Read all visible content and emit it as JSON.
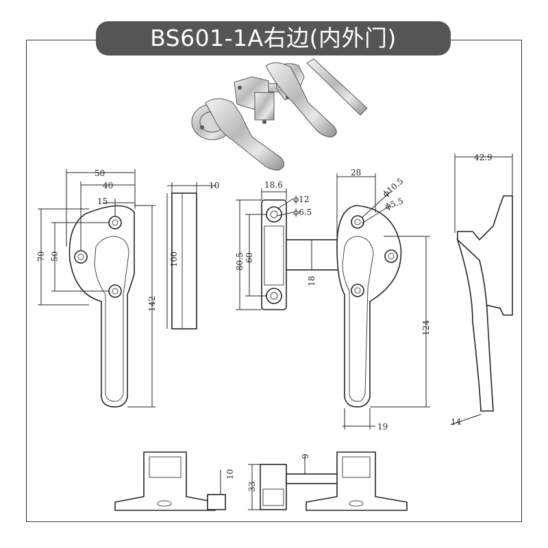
{
  "title": "BS601-1A右边(内外门)",
  "dimensions": {
    "handle_width_50": "50",
    "handle_width_40": "40",
    "handle_15": "15",
    "handle_70": "70",
    "handle_50v": "50",
    "handle_142": "142",
    "side_10": "10",
    "side_100": "100",
    "keeper_18_6": "18.6",
    "keeper_phi12": "ϕ12",
    "keeper_phi6_5": "ϕ6.5",
    "keeper_80_5": "80.5",
    "keeper_60": "60",
    "bar_18": "18",
    "handle2_28": "28",
    "handle2_phi10_5": "ϕ10.5",
    "handle2_phi5_5": "ϕ5.5",
    "handle2_124": "124",
    "handle2_19": "19",
    "profile_42_9": "42.9",
    "profile_14": "14",
    "bottom_9": "9",
    "bottom_10": "10",
    "bottom_33": "33"
  },
  "colors": {
    "title_bg": "#555555",
    "title_text": "#ffffff",
    "line": "#222222"
  }
}
